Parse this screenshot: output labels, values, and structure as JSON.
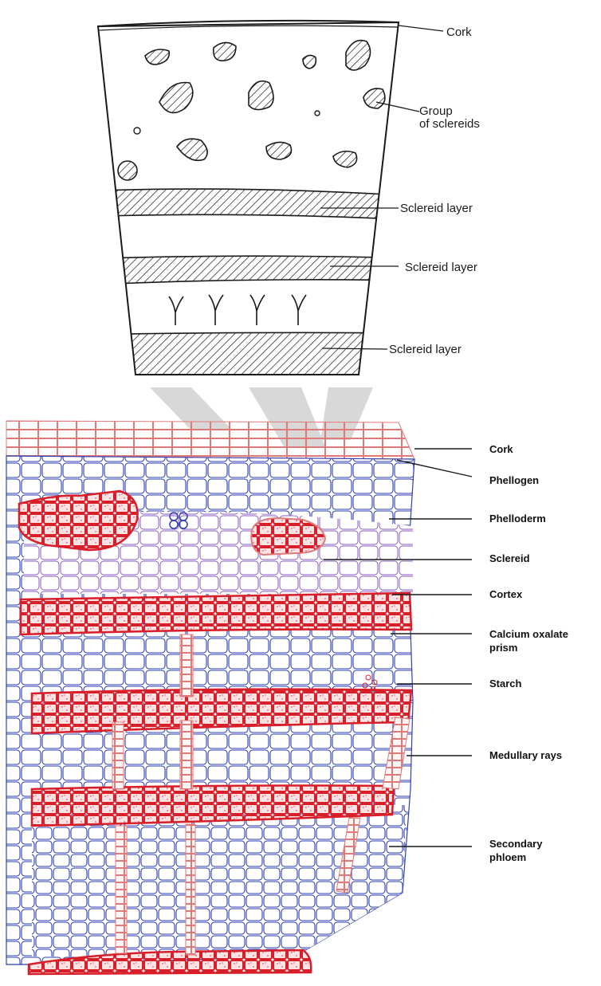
{
  "top_diagram": {
    "labels": [
      {
        "key": "cork",
        "text": "Cork"
      },
      {
        "key": "group_sclereids_1",
        "text": "Group"
      },
      {
        "key": "group_sclereids_2",
        "text": "of sclereids"
      },
      {
        "key": "sclereid_layer_1",
        "text": "Sclereid layer"
      },
      {
        "key": "sclereid_layer_2",
        "text": "Sclereid layer"
      },
      {
        "key": "sclereid_layer_3",
        "text": "Sclereid layer"
      }
    ]
  },
  "bottom_diagram": {
    "labels": [
      {
        "key": "cork",
        "lines": [
          "Cork"
        ]
      },
      {
        "key": "phellogen",
        "lines": [
          "Phellogen"
        ]
      },
      {
        "key": "phelloderm",
        "lines": [
          "Phelloderm"
        ]
      },
      {
        "key": "sclereid",
        "lines": [
          "Sclereid"
        ]
      },
      {
        "key": "cortex",
        "lines": [
          "Cortex"
        ]
      },
      {
        "key": "calcium_oxalate",
        "lines": [
          "Calcium oxalate",
          "prism"
        ]
      },
      {
        "key": "starch",
        "lines": [
          "Starch"
        ]
      },
      {
        "key": "medullary_rays",
        "lines": [
          "Medullary rays"
        ]
      },
      {
        "key": "secondary_phloem",
        "lines": [
          "Secondary",
          "phloem"
        ]
      }
    ]
  },
  "colors": {
    "outline": "#1a1a1a",
    "cork_cells": "#e07a7a",
    "parenchyma": "#2f3fb0",
    "cortex": "#8a5cc0",
    "sclereid": "#d81e28",
    "watermark": "#d8d8d8"
  }
}
